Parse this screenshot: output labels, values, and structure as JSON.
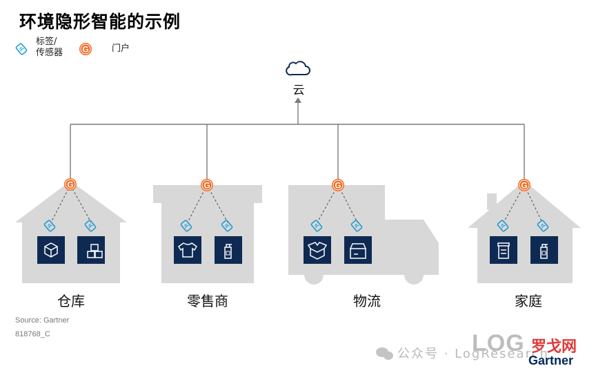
{
  "title": "环境隐形智能的示例",
  "legend": {
    "tag_line1": "标签/",
    "tag_line2": "传感器",
    "gateway": "门户",
    "gateway_glyph": "G"
  },
  "cloud": {
    "label": "云"
  },
  "categories": [
    {
      "label": "仓库",
      "icons": [
        "box-icon",
        "boxes-icon"
      ]
    },
    {
      "label": "零售商",
      "icons": [
        "shirt-icon",
        "spray-bottle-icon"
      ]
    },
    {
      "label": "物流",
      "icons": [
        "open-box-icon",
        "package-icon"
      ]
    },
    {
      "label": "家庭",
      "icons": [
        "jar-icon",
        "spray-bottle-icon"
      ]
    }
  ],
  "source": "Source: Gartner",
  "doc_id": "818768_C",
  "watermark": {
    "wechat": "公众号 · LogResearch",
    "logo": "LOG",
    "cn": "罗戈网"
  },
  "brand": "Gartner",
  "colors": {
    "building": "#d8d8d8",
    "icon_box": "#0f2a52",
    "gateway": "#f26a21",
    "tag": "#1a9ad6",
    "line": "#7a7a7a"
  }
}
